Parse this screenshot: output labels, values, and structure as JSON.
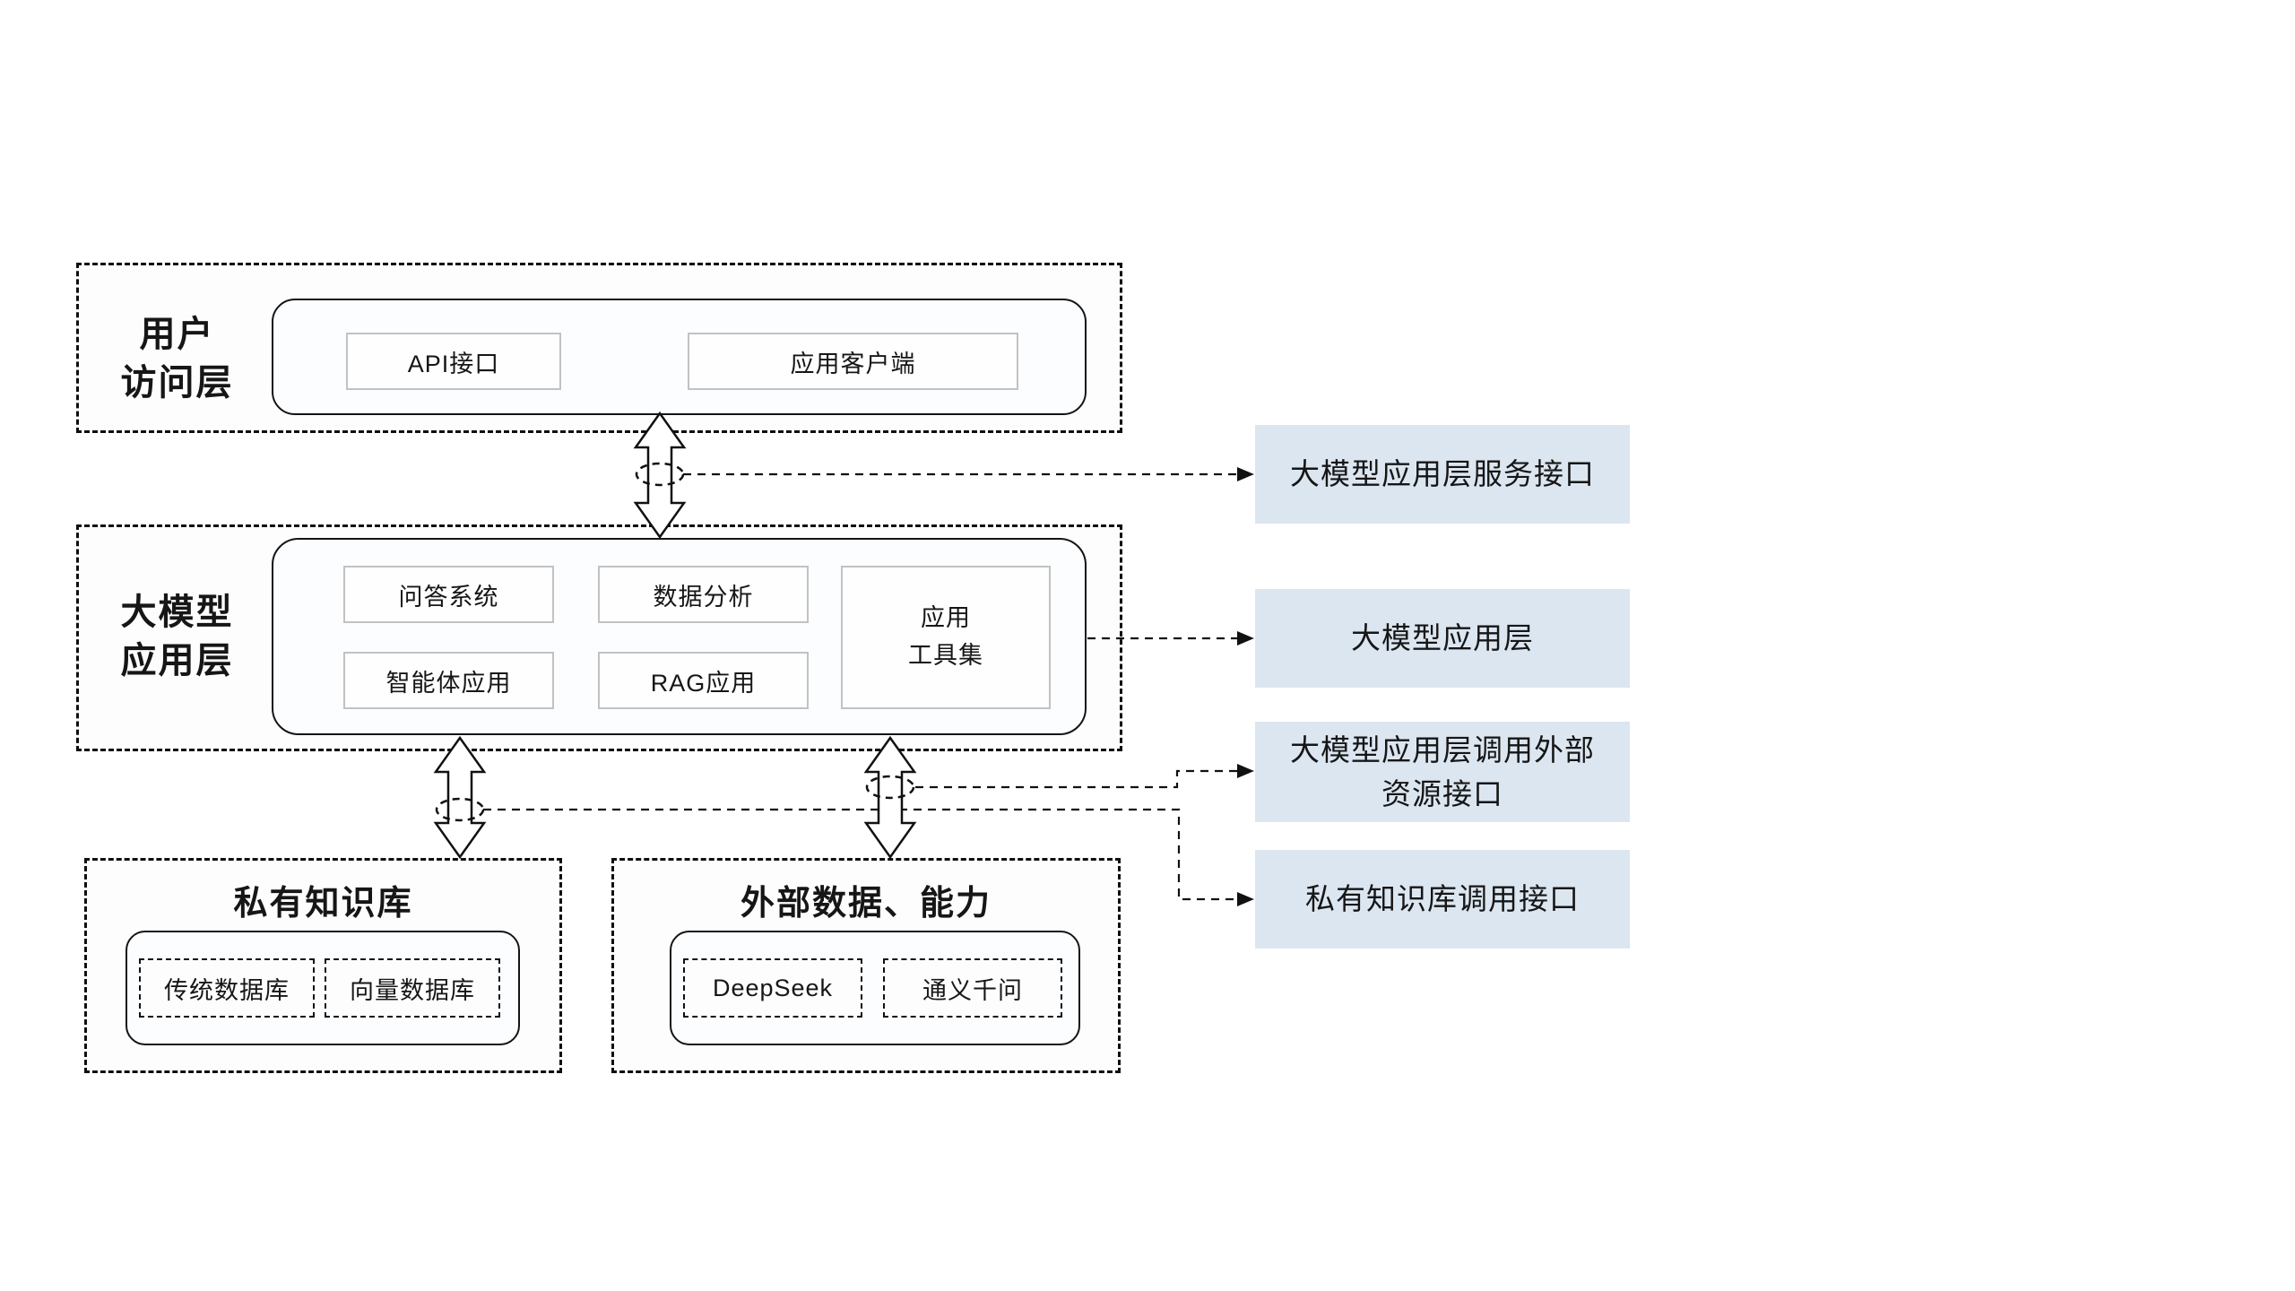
{
  "diagram": {
    "layers": {
      "user_access": {
        "label_lines": [
          "用户",
          "访问层"
        ],
        "items": [
          {
            "label": "API接口"
          },
          {
            "label": "应用客户端"
          }
        ]
      },
      "llm_app": {
        "label_lines": [
          "大模型",
          "应用层"
        ],
        "items": [
          {
            "label": "问答系统"
          },
          {
            "label": "数据分析"
          },
          {
            "label": "智能体应用"
          },
          {
            "label": "RAG应用"
          }
        ],
        "toolset_lines": [
          "应用",
          "工具集"
        ]
      },
      "private_kb": {
        "title": "私有知识库",
        "items": [
          {
            "label": "传统数据库"
          },
          {
            "label": "向量数据库"
          }
        ]
      },
      "external": {
        "title": "外部数据、能力",
        "items": [
          {
            "label": "DeepSeek"
          },
          {
            "label": "通义千问"
          }
        ]
      }
    },
    "callouts": [
      {
        "lines": [
          "大模型应用层服务接口"
        ]
      },
      {
        "lines": [
          "大模型应用层"
        ]
      },
      {
        "lines": [
          "大模型应用层调用外部",
          "资源接口"
        ]
      },
      {
        "lines": [
          "私有知识库调用接口"
        ]
      }
    ],
    "colors": {
      "callout_bg": "#dce6f1",
      "line": "#111111",
      "item_border": "#c2c2c2",
      "background": "#ffffff"
    }
  }
}
